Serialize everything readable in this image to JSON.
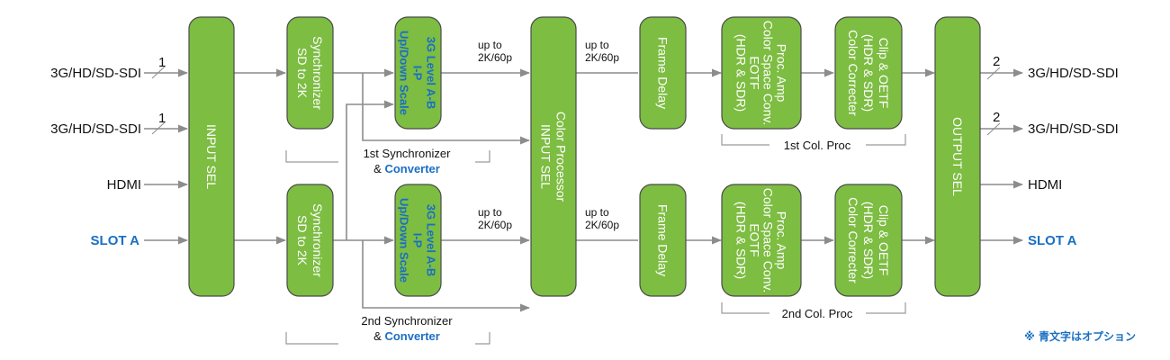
{
  "colors": {
    "block_fill": "#7dbd42",
    "block_stroke": "#4a4a4a",
    "wire": "#8c8c8c",
    "option_text": "#1a6fc4",
    "text": "#111111"
  },
  "inputs": [
    {
      "label": "3G/HD/SD-SDI",
      "count": "1",
      "optional": false
    },
    {
      "label": "3G/HD/SD-SDI",
      "count": "1",
      "optional": false
    },
    {
      "label": "HDMI",
      "count": "",
      "optional": false
    },
    {
      "label": "SLOT A",
      "count": "",
      "optional": true
    }
  ],
  "outputs": [
    {
      "label": "3G/HD/SD-SDI",
      "count": "2",
      "optional": false
    },
    {
      "label": "3G/HD/SD-SDI",
      "count": "2",
      "optional": false
    },
    {
      "label": "HDMI",
      "count": "",
      "optional": false
    },
    {
      "label": "SLOT A",
      "count": "",
      "optional": true
    }
  ],
  "blocks": {
    "input_sel": {
      "lines": [
        "INPUT SEL"
      ]
    },
    "sync1": {
      "lines": [
        "Synchronizer",
        "SD to 2K"
      ]
    },
    "sync2": {
      "lines": [
        "Synchronizer",
        "SD to 2K"
      ]
    },
    "conv1": {
      "lines": [
        "3G Level A-B",
        "I-P",
        "Up/Down Scale"
      ],
      "optional": true
    },
    "conv2": {
      "lines": [
        "3G Level A-B",
        "I-P",
        "Up/Down Scale"
      ],
      "optional": true
    },
    "color_in_sel": {
      "lines": [
        "Color Processor",
        "INPUT SEL"
      ]
    },
    "delay1": {
      "lines": [
        "Frame Delay"
      ]
    },
    "delay2": {
      "lines": [
        "Frame Delay"
      ]
    },
    "proc1": {
      "lines": [
        "Proc. Amp",
        "Color Space Conv.",
        "EOTF",
        "(HDR & SDR)"
      ]
    },
    "proc2": {
      "lines": [
        "Proc. Amp",
        "Color Space Conv.",
        "EOTF",
        "(HDR & SDR)"
      ]
    },
    "clip1": {
      "lines": [
        "Clip & OETF",
        "(HDR & SDR)",
        "Color Correcter"
      ]
    },
    "clip2": {
      "lines": [
        "Clip & OETF",
        "(HDR & SDR)",
        "Color Correcter"
      ]
    },
    "output_sel": {
      "lines": [
        "OUTPUT SEL"
      ]
    }
  },
  "rate_labels": {
    "line1": "up to",
    "line2": "2K/60p"
  },
  "groups": {
    "sync_conv_1": {
      "prefix": "1st Synchronizer",
      "amp": "& ",
      "option": "Converter"
    },
    "sync_conv_2": {
      "prefix": "2nd Synchronizer",
      "amp": "& ",
      "option": "Converter"
    },
    "col_proc_1": "1st Col. Proc",
    "col_proc_2": "2nd Col. Proc"
  },
  "footnote": "※ 青文字はオプション"
}
